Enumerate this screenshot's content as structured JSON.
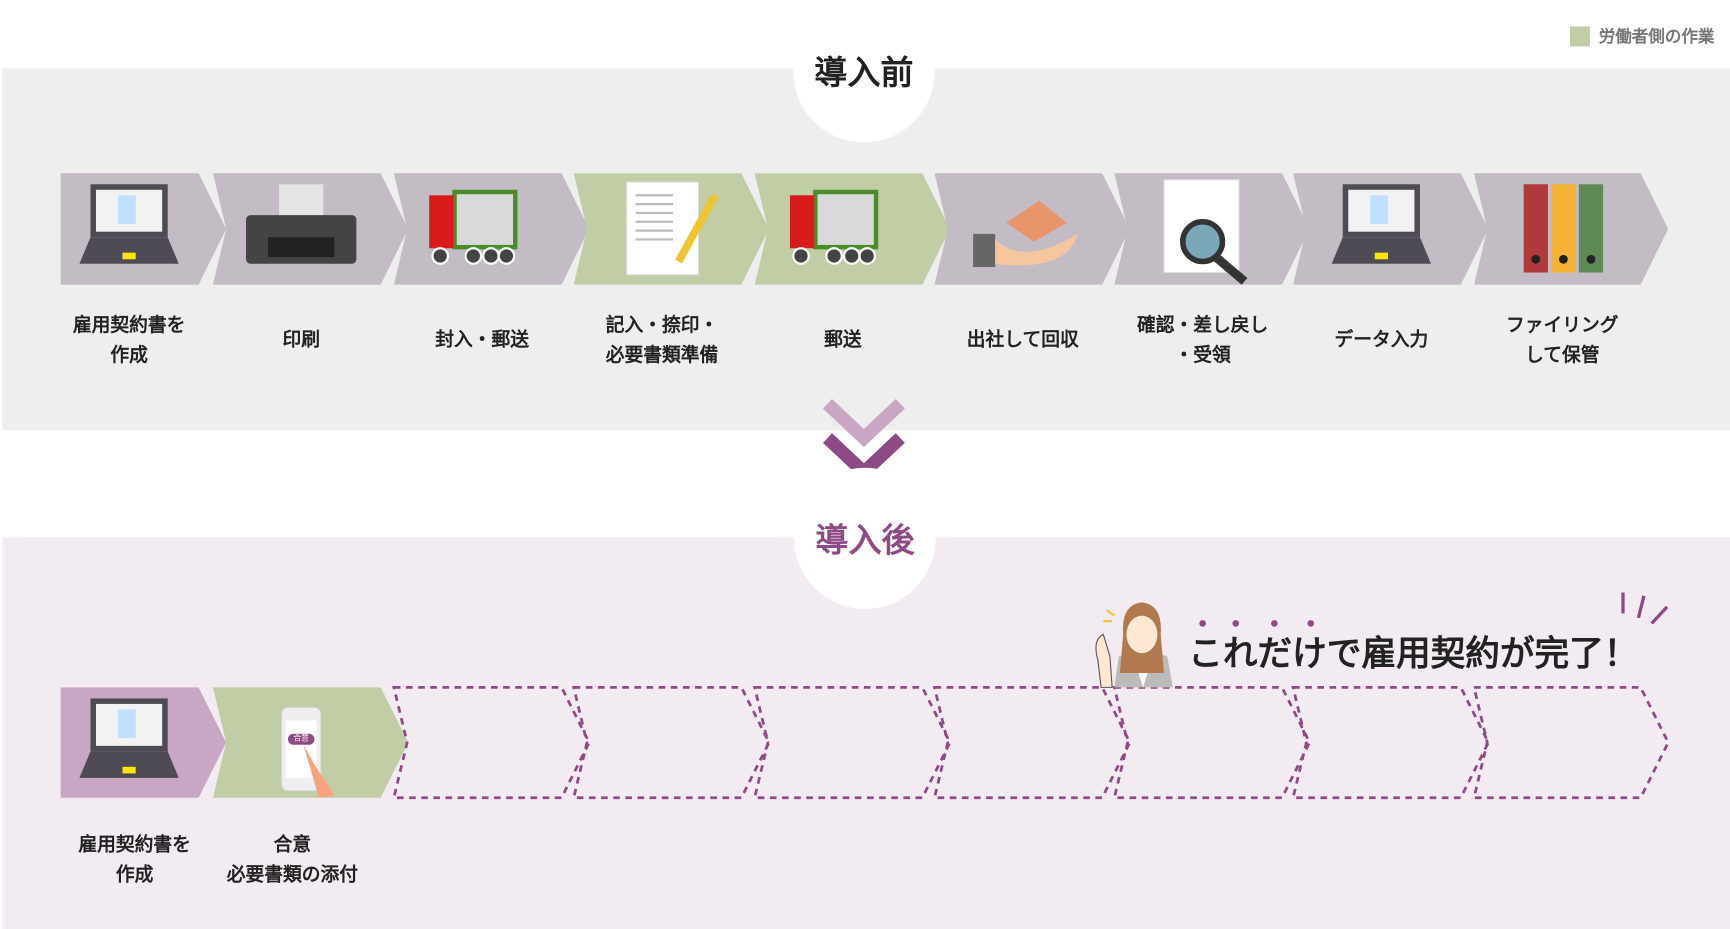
{
  "legend": {
    "label": "労働者側の作業",
    "color": "#c0cda5"
  },
  "colors": {
    "company_step": "#c4bcc4",
    "worker_step": "#c0cda5",
    "after_company_step": "#c9a6c3",
    "accent": "#8e4a84",
    "before_bg": "#eeeeee",
    "after_bg": "#f3ebf2"
  },
  "before": {
    "title": "導入前",
    "steps": [
      {
        "lines": [
          "雇用契約書を",
          "作成"
        ],
        "actor": "company",
        "icon": "laptop-icon"
      },
      {
        "lines": [
          "印刷"
        ],
        "actor": "company",
        "icon": "printer-icon"
      },
      {
        "lines": [
          "封入・郵送"
        ],
        "actor": "company",
        "icon": "truck-icon"
      },
      {
        "lines": [
          "記入・捺印・",
          "必要書類準備"
        ],
        "actor": "worker",
        "icon": "document-pen-icon"
      },
      {
        "lines": [
          "郵送"
        ],
        "actor": "worker",
        "icon": "truck-icon"
      },
      {
        "lines": [
          "出社して回収"
        ],
        "actor": "company",
        "icon": "hand-envelope-icon"
      },
      {
        "lines": [
          "確認・差し戻し",
          "・受領"
        ],
        "actor": "company",
        "icon": "magnifier-document-icon"
      },
      {
        "lines": [
          "データ入力"
        ],
        "actor": "company",
        "icon": "laptop-icon"
      },
      {
        "lines": [
          "ファイリング",
          "して保管"
        ],
        "actor": "company",
        "icon": "binders-icon"
      }
    ]
  },
  "after": {
    "title": "導入後",
    "callout": "これだけで雇用契約が完了！",
    "steps": [
      {
        "lines": [
          "雇用契約書を",
          "作成"
        ],
        "actor": "company",
        "icon": "laptop-icon"
      },
      {
        "lines": [
          "合意",
          "必要書類の添付"
        ],
        "actor": "worker",
        "icon": "smartphone-tap-icon",
        "button_label": "合意"
      }
    ]
  }
}
